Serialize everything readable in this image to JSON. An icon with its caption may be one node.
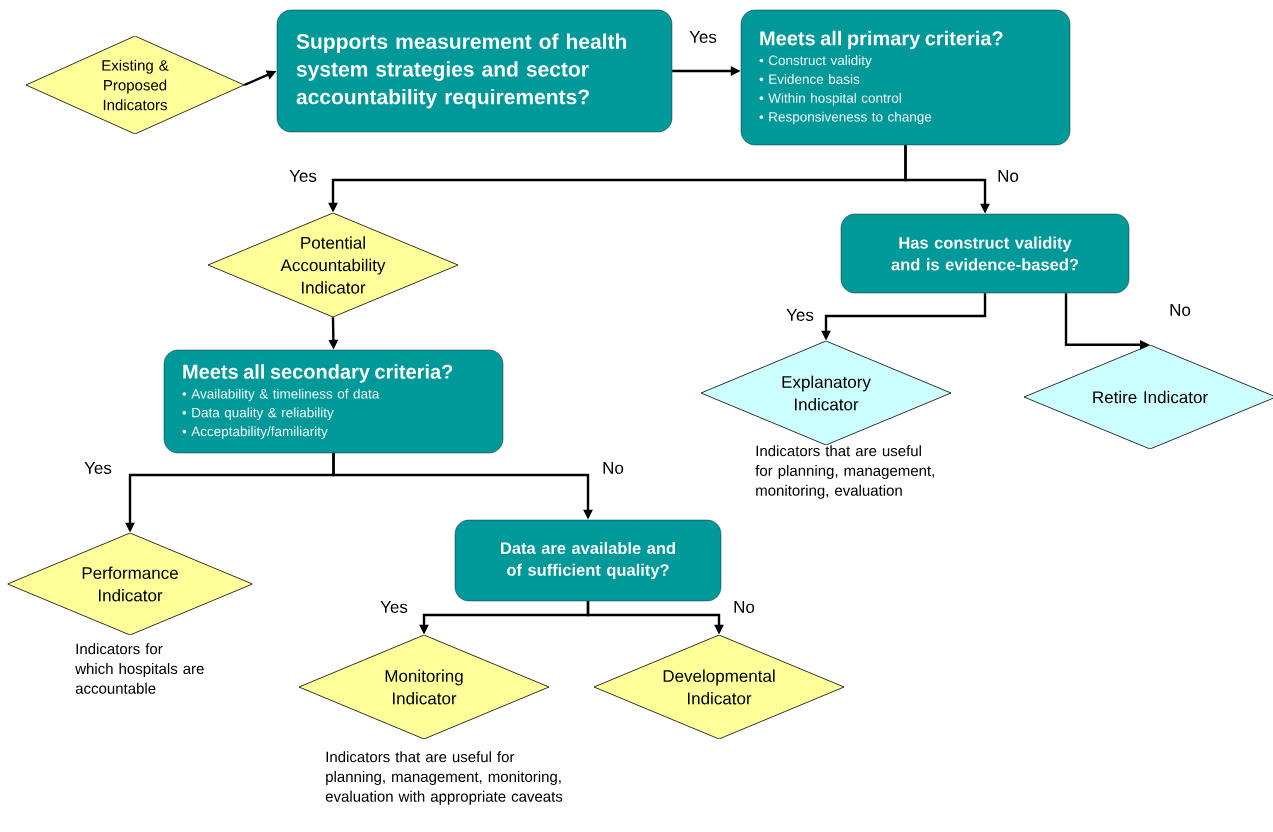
{
  "diagram": {
    "nodes": [
      {
        "text": [
          "Existing & Proposed Indicators"
        ]
      },
      {
        "text": [
          "Supports measurement of health system strategies and sector accountability requirements?"
        ]
      },
      {
        "text": [
          "Meets all primary criteria?",
          "• Construct validity",
          "• Evidence basis",
          "• Within hospital control",
          "• Responsiveness to change"
        ]
      },
      {
        "text": [
          "Potential Accountability Indicator"
        ]
      },
      {
        "text": [
          "Meets all secondary criteria?",
          "• Availability & timeliness of data",
          "• Data quality & reliability",
          "• Acceptability/familiarity"
        ]
      },
      {
        "text": [
          "Has construct validity and is evidence-based?"
        ]
      },
      {
        "text": [
          "Explanatory Indicator"
        ],
        "beside": [
          "Indicators that are useful for planning, management, monitoring, evaluation"
        ]
      },
      {
        "text": [
          "Retire Indicator"
        ]
      },
      {
        "text": [
          "Performance Indicator"
        ],
        "beside": [
          "Indicators for which hospitals are accountable"
        ]
      },
      {
        "text": [
          "Data are available and of sufficient quality?"
        ]
      },
      {
        "text": [
          "Monitoring Indicator"
        ],
        "beside": [
          "Indicators that are useful for planning, management, monitoring, evaluation with appropriate caveats"
        ]
      },
      {
        "text": [
          "Developmental Indicator"
        ]
      }
    ],
    "edges": [
      {
        "from": 0,
        "to": 1,
        "arrow": "to"
      },
      {
        "from": 1,
        "to": 2,
        "arrow": "to",
        "label": "Yes"
      },
      {
        "from": 2,
        "to": 3,
        "arrow": "to",
        "label": "Yes"
      },
      {
        "from": 2,
        "to": 5,
        "arrow": "to",
        "label": "No"
      },
      {
        "from": 3,
        "to": 4,
        "arrow": "to"
      },
      {
        "from": 5,
        "to": 6,
        "arrow": "to",
        "label": "Yes"
      },
      {
        "from": 5,
        "to": 7,
        "arrow": "to",
        "label": "No"
      },
      {
        "from": 4,
        "to": 8,
        "arrow": "to",
        "label": "Yes"
      },
      {
        "from": 4,
        "to": 9,
        "arrow": "to",
        "label": "No"
      },
      {
        "from": 9,
        "to": 10,
        "arrow": "to",
        "label": "Yes"
      },
      {
        "from": 9,
        "to": 11,
        "arrow": "to",
        "label": "No"
      }
    ]
  }
}
